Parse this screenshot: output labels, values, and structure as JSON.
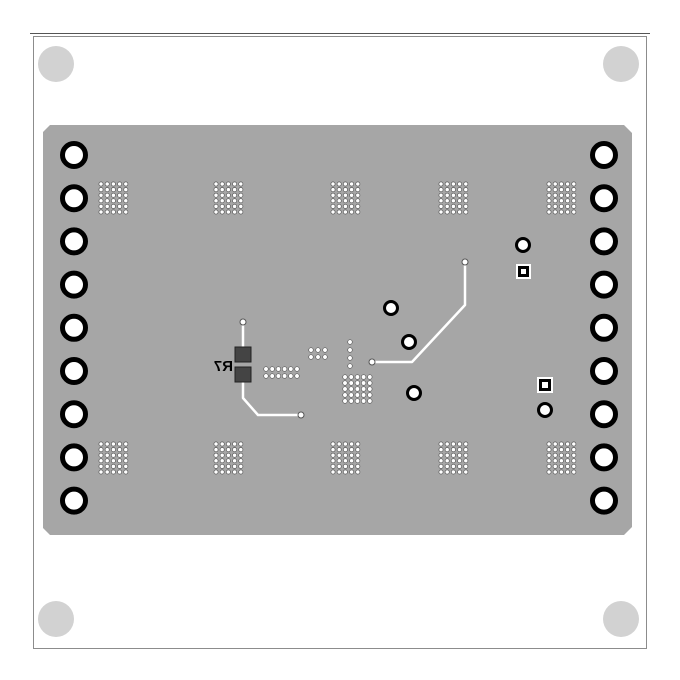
{
  "board": {
    "outline_color": "#8c8c8c",
    "copper_color": "#a6a6a6",
    "hole_color": "#d2d2d2",
    "trace_color": "#ffffff",
    "via_color": "#ffffff",
    "pad_color": "#000000"
  },
  "components": {
    "r7": {
      "label": "R7",
      "mirrored": true
    }
  },
  "counts": {
    "mounting_holes": 4,
    "left_header_pins": 9,
    "right_header_pins": 9,
    "via_grid_arrays": 10
  }
}
